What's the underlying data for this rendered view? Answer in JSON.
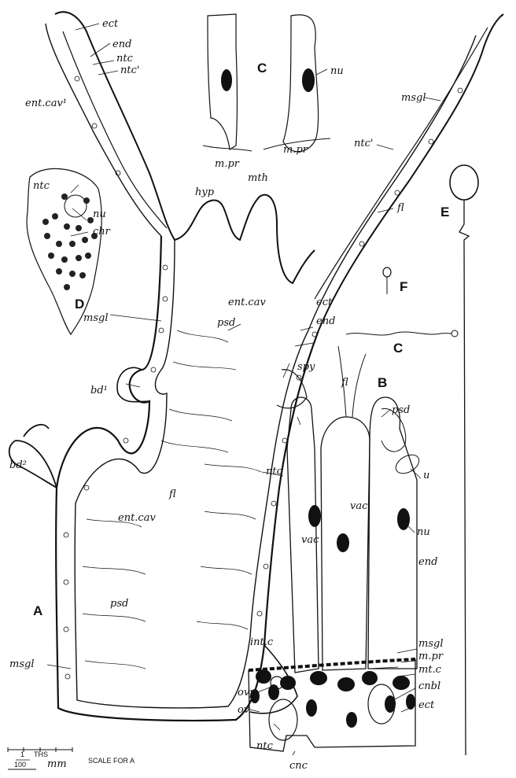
{
  "panels": [
    "A",
    "B",
    "C",
    "D",
    "E",
    "F",
    "C"
  ],
  "labels": {
    "ect": "ect",
    "end": "end",
    "ntc": "ntc",
    "ntc1": "ntc'",
    "ent_cav1": "ent.cav¹",
    "nu": "nu",
    "m_pr": "m.pr",
    "msgl": "msgl",
    "hyp": "hyp",
    "mth": "mth",
    "fl": "fl",
    "ntc_d": "ntc",
    "chr": "chr",
    "ent_cav": "ent.cav",
    "psd": "psd",
    "spy": "spy",
    "bd1": "bd¹",
    "bd2": "bd²",
    "vac": "vac",
    "u": "u",
    "int_c": "int.c",
    "mt_c": "mt.c",
    "cnbl": "cnbl",
    "ovy": "ovy",
    "ov": "ov",
    "cnc": "cnc"
  },
  "scale": {
    "fraction_num": "1",
    "fraction_den": "100",
    "unit": "mm",
    "prefix": "THS",
    "caption": "SCALE FOR A"
  }
}
